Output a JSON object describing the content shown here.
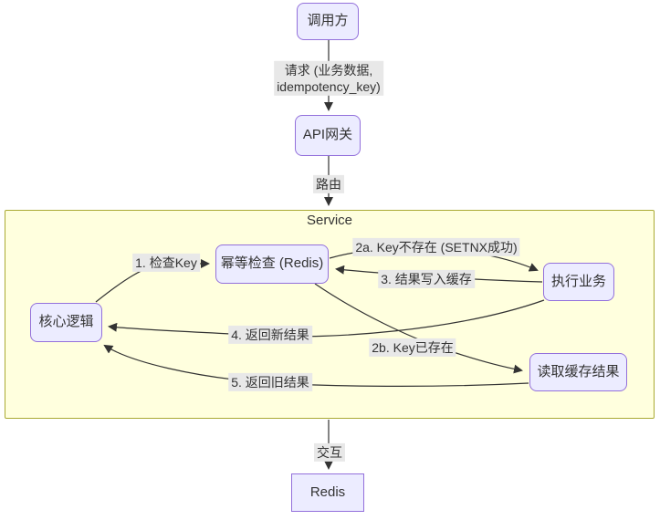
{
  "diagram": {
    "nodes": {
      "caller": "调用方",
      "api_gateway": "API网关",
      "idempotency_check": "幂等检查 (Redis)",
      "core_logic": "核心逻辑",
      "execute_business": "执行业务",
      "read_cache_result": "读取缓存结果",
      "redis": "Redis"
    },
    "subgraph": {
      "label": "Service"
    },
    "edge_labels": {
      "request": "请求 (业务数据,\nidempotency_key)",
      "route": "路由",
      "check_key": "1. 检查Key",
      "key_not_exists": "2a. Key不存在 (SETNX成功)",
      "write_cache": "3. 结果写入缓存",
      "return_new": "4. 返回新结果",
      "key_exists": "2b. Key已存在",
      "return_old": "5. 返回旧结果",
      "interact": "交互"
    },
    "colors": {
      "node_fill": "#ECECFF",
      "node_border": "#9370DB",
      "subgraph_fill": "#FFFFDE",
      "subgraph_border": "#AAAA33",
      "edge": "#333333",
      "edge_label_bg": "#E8E8E8",
      "text": "#333333"
    }
  }
}
